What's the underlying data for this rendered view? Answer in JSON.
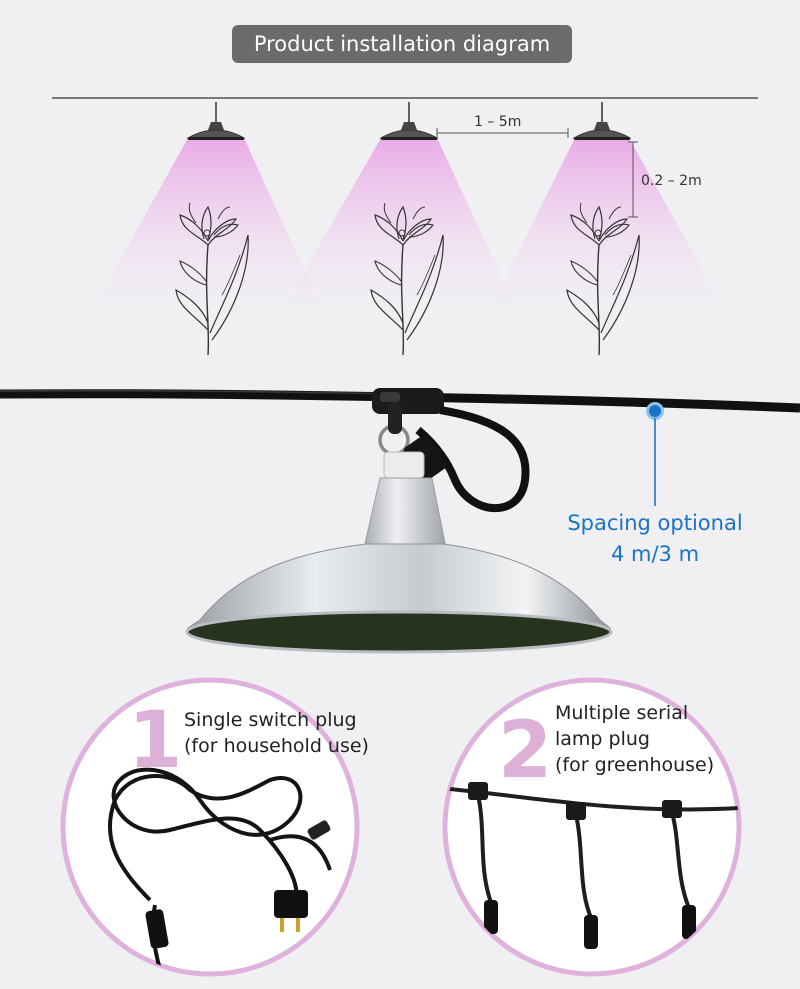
{
  "title": "Product installation diagram",
  "dimensions": {
    "lamp_spacing": "1 – 5m",
    "hanging_height": "0.2 – 2m"
  },
  "callout": {
    "line1": "Spacing optional",
    "line2": "4 m/3 m"
  },
  "options": [
    {
      "number": "1",
      "line1": "Single switch plug",
      "line2": "(for household use)",
      "line3": ""
    },
    {
      "number": "2",
      "line1": "Multiple serial",
      "line2": "lamp plug",
      "line3": "(for greenhouse)"
    }
  ],
  "colors": {
    "light_beam": "#e9a6e6",
    "circle_border": "#dfb2dd",
    "callout_blue": "#1a73c7",
    "title_badge": "#6b6b6b"
  },
  "icons": [
    "grow-light-lamp-icon",
    "flower-plant-icon",
    "pendant-shade-lamp",
    "switch-plug-cable",
    "serial-plug-cable"
  ]
}
